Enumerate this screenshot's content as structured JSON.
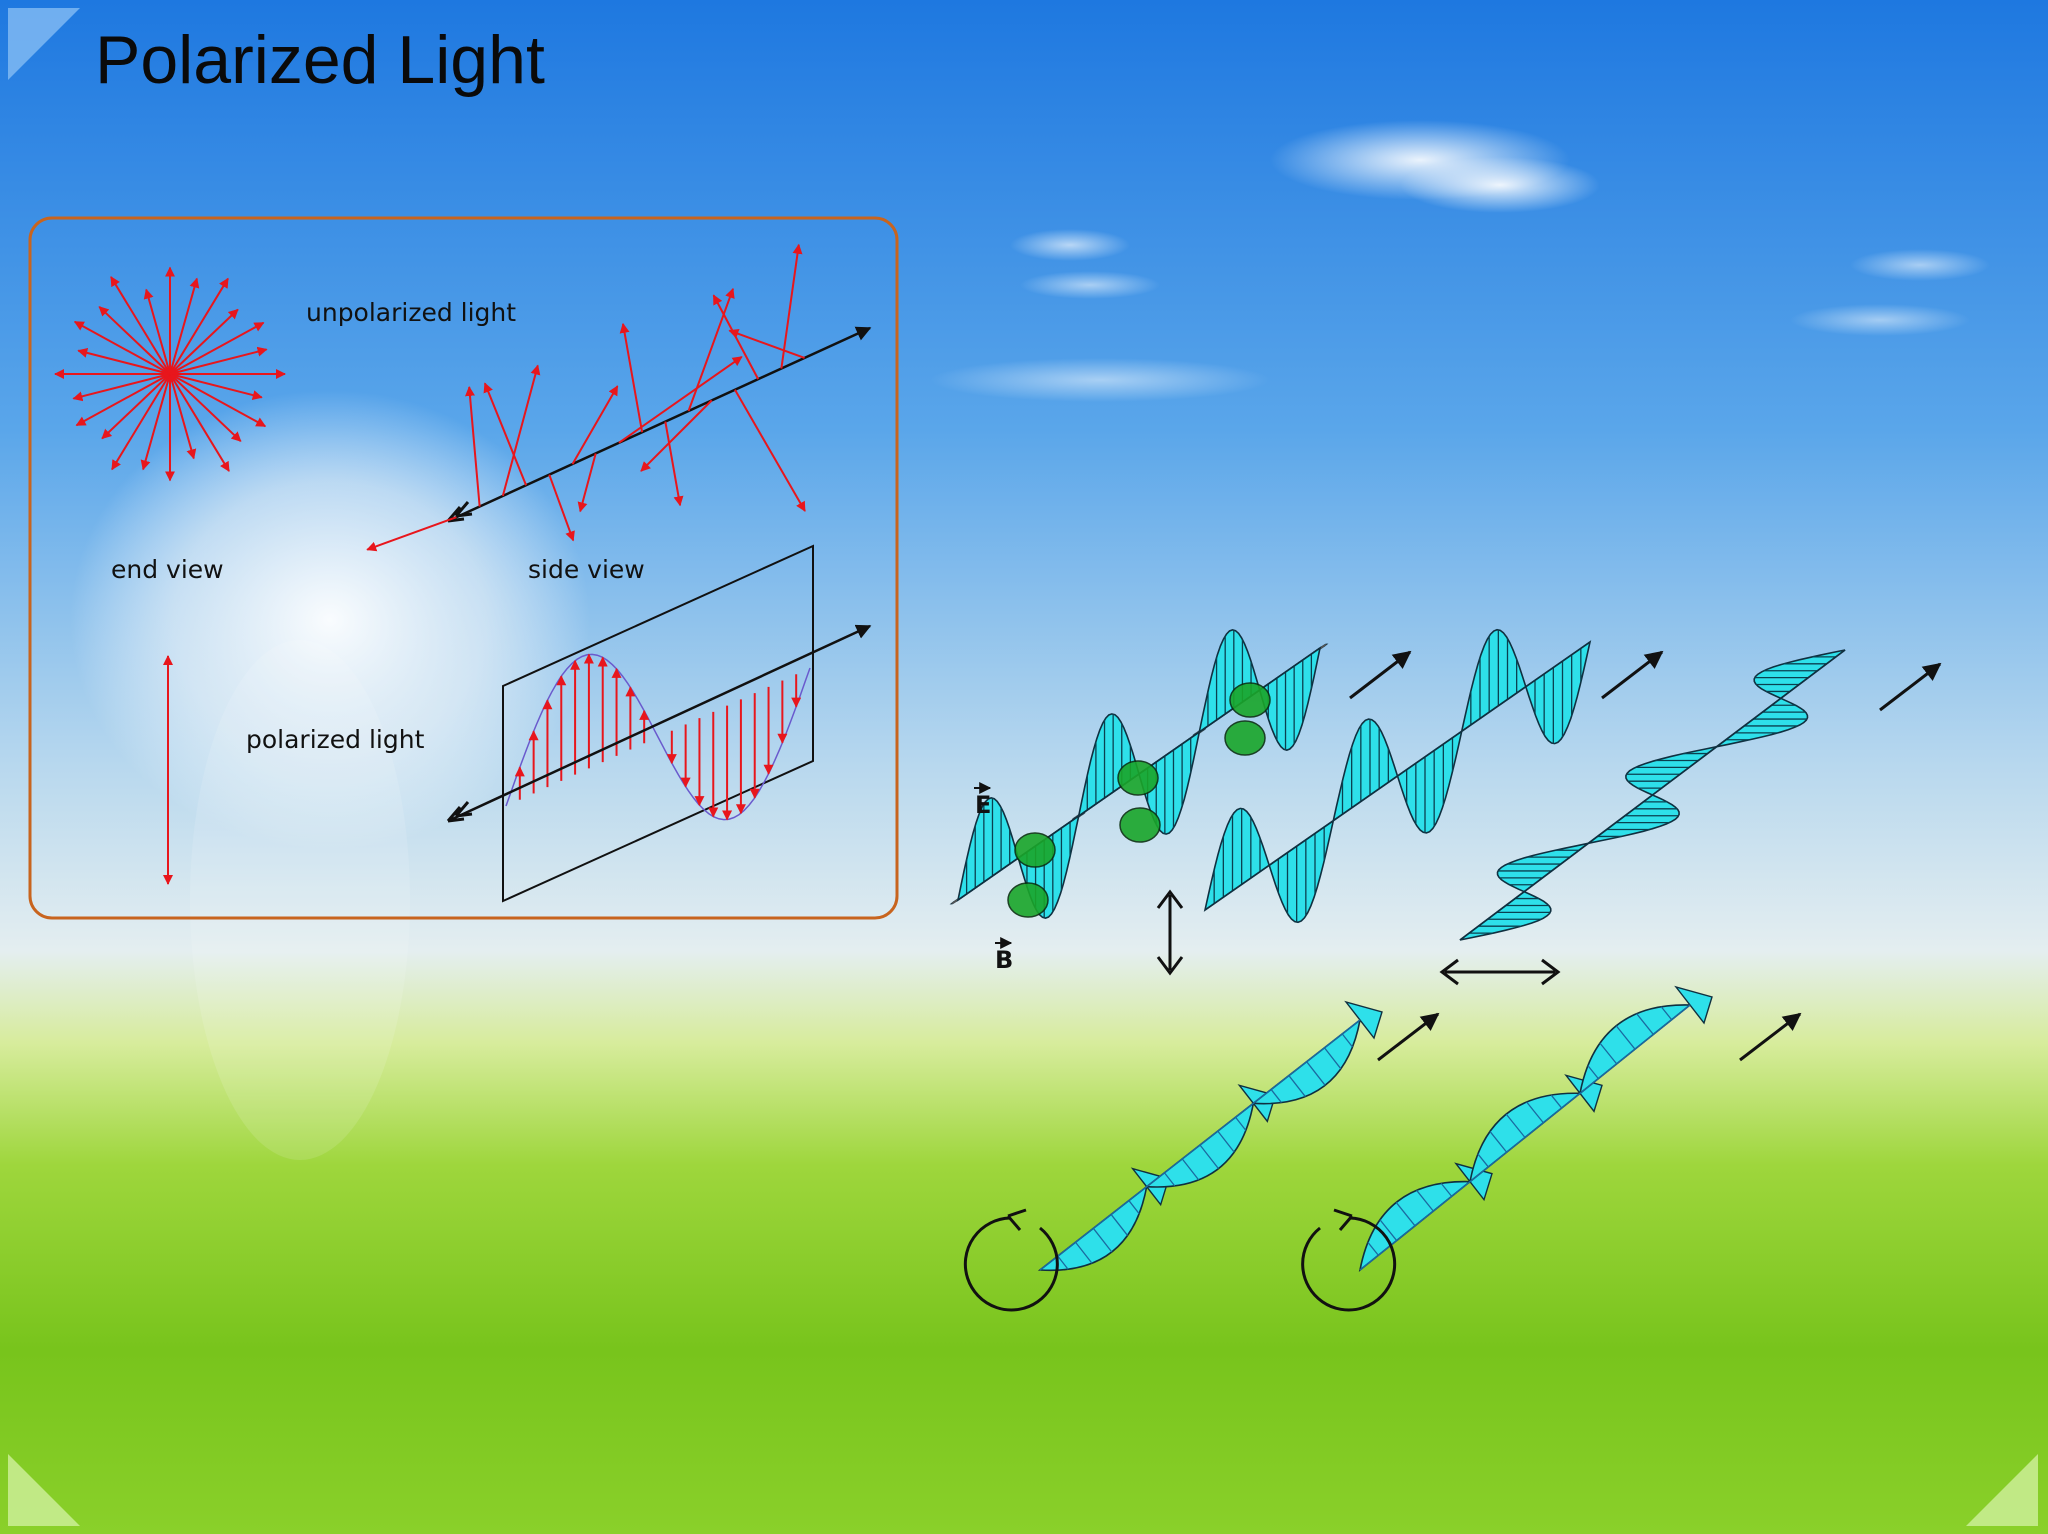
{
  "slide": {
    "title": "Polarized Light"
  },
  "inset": {
    "unpolarized_label": "unpolarized light",
    "end_view_label": "end view",
    "side_view_label": "side view",
    "polarized_label": "polarized light"
  },
  "waves": {
    "e_label": "E",
    "b_label": "B"
  },
  "colors": {
    "vector_red": "#e8161c",
    "wave_cyan": "#2ee0ea",
    "magnetic_yellow": "#f2ee2a",
    "overlap_green": "#1aa62a",
    "frame_orange": "#c8641e",
    "sky_top": "#1f7fe3",
    "grass": "#7cc820"
  },
  "icons": [
    "corner-triangle-icon",
    "circular-rotation-icon",
    "direction-arrow-icon",
    "double-headed-arrow-icon"
  ]
}
